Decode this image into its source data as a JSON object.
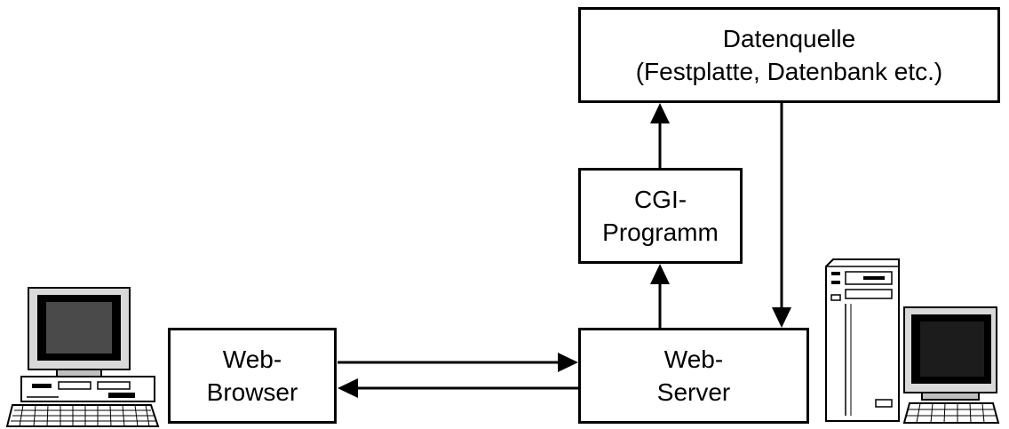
{
  "boxes": {
    "datenquelle": {
      "line1": "Datenquelle",
      "line2": "(Festplatte, Datenbank etc.)"
    },
    "cgi": {
      "line1": "CGI-",
      "line2": "Programm"
    },
    "server": {
      "line1": "Web-",
      "line2": "Server"
    },
    "browser": {
      "line1": "Web-",
      "line2": "Browser"
    }
  },
  "icons": {
    "client": "desktop-computer-icon",
    "server": "server-tower-icon"
  },
  "colors": {
    "stroke": "#000000",
    "background": "#ffffff"
  }
}
